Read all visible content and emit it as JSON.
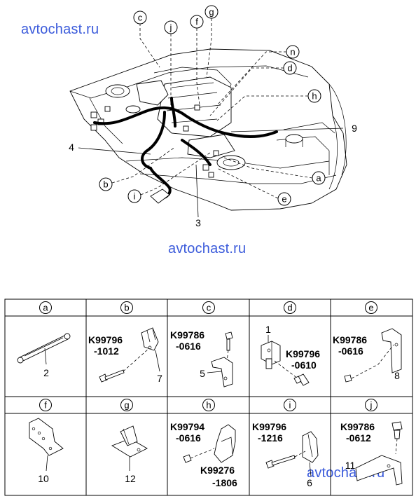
{
  "watermarks": [
    "avtochast.ru",
    "avtochast.ru",
    "avtochast.ru"
  ],
  "overview": {
    "callouts": [
      "c",
      "g",
      "j",
      "f",
      "n",
      "d",
      "h",
      "a",
      "b",
      "i",
      "e"
    ],
    "numbers": [
      "4",
      "9",
      "3"
    ]
  },
  "table": {
    "row1": [
      {
        "letter": "a",
        "parts": [],
        "num": "2"
      },
      {
        "letter": "b",
        "parts": [
          "K99796",
          "-1012"
        ],
        "num": "7"
      },
      {
        "letter": "c",
        "parts": [
          "K99786",
          "-0616"
        ],
        "num": "5"
      },
      {
        "letter": "d",
        "parts": [
          "K99796",
          "-0610"
        ],
        "num": "1"
      },
      {
        "letter": "e",
        "parts": [
          "K99786",
          "-0616"
        ],
        "num": "8"
      }
    ],
    "row2": [
      {
        "letter": "f",
        "parts": [],
        "num": "10"
      },
      {
        "letter": "g",
        "parts": [],
        "num": "12"
      },
      {
        "letter": "h",
        "parts": [
          "K99794",
          "-0616"
        ],
        "parts2": [
          "K99276",
          "-1806"
        ],
        "num": ""
      },
      {
        "letter": "i",
        "parts": [
          "K99796",
          "-1216"
        ],
        "num": "6"
      },
      {
        "letter": "j",
        "parts": [
          "K99786",
          "-0612"
        ],
        "num": "11"
      }
    ]
  }
}
